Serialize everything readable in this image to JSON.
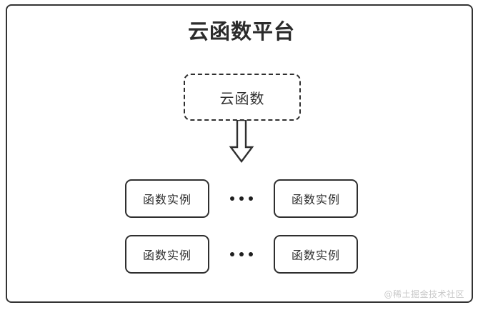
{
  "diagram": {
    "title": "云函数平台",
    "cloud_function": {
      "label": "云函数",
      "border_style": "dashed"
    },
    "arrow": {
      "icon": "down-block-arrow",
      "direction": "down"
    },
    "rows": [
      {
        "left_instance": "函数实例",
        "ellipsis": "•••",
        "right_instance": "函数实例"
      },
      {
        "left_instance": "函数实例",
        "ellipsis": "•••",
        "right_instance": "函数实例"
      }
    ],
    "watermark": "@稀土掘金技术社区",
    "colors": {
      "stroke": "#2f2f2f",
      "frame_stroke": "#333333",
      "background": "#ffffff",
      "text": "#2f2f2f",
      "watermark": "#c9c9c9"
    }
  }
}
